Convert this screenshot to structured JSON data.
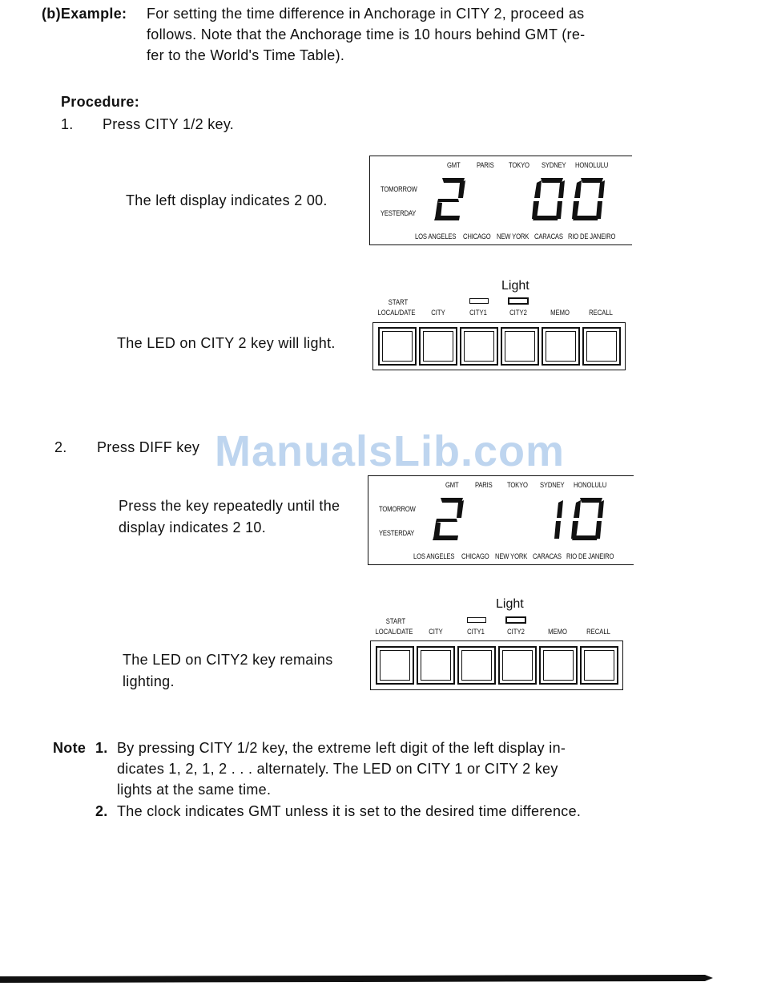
{
  "example": {
    "label": "(b)Example:",
    "lines": [
      "For setting the time difference in Anchorage in CITY 2, proceed as",
      "follows. Note that the Anchorage time is 10 hours behind GMT (re-",
      "fer to the World's Time Table)."
    ]
  },
  "procedure": {
    "heading": "Procedure:",
    "step1": {
      "num": "1.",
      "text": "Press CITY 1/2 key."
    },
    "step2": {
      "num": "2.",
      "text": "Press DIFF key"
    }
  },
  "display1": {
    "caption": "The left display indicates 2 00.",
    "top_cities": [
      "GMT",
      "PARIS",
      "TOKYO",
      "SYDNEY",
      "HONOLULU"
    ],
    "bottom_cities": [
      "LOS ANGELES",
      "CHICAGO",
      "NEW YORK",
      "CARACAS",
      "RIO DE JANEIRO"
    ],
    "tomorrow": "TOMORROW",
    "yesterday": "YESTERDAY",
    "digits": "2 00"
  },
  "keys1": {
    "caption": "The LED on CITY 2 key will light.",
    "light_label": "Light",
    "start_label": "START",
    "key_labels": [
      "LOCAL/DATE",
      "CITY",
      "CITY1",
      "CITY2",
      "MEMO",
      "RECALL"
    ]
  },
  "display2": {
    "caption_lines": [
      "Press the key repeatedly until the",
      "display indicates 2 10."
    ],
    "top_cities": [
      "GMT",
      "PARIS",
      "TOKYO",
      "SYDNEY",
      "HONOLULU"
    ],
    "bottom_cities": [
      "LOS ANGELES",
      "CHICAGO",
      "NEW YORK",
      "CARACAS",
      "RIO DE JANEIRO"
    ],
    "tomorrow": "TOMORROW",
    "yesterday": "YESTERDAY",
    "digits": "2 10"
  },
  "keys2": {
    "caption_lines": [
      "The LED on CITY2 key remains",
      "lighting."
    ],
    "light_label": "Light",
    "start_label": "START",
    "key_labels": [
      "LOCAL/DATE",
      "CITY",
      "CITY1",
      "CITY2",
      "MEMO",
      "RECALL"
    ]
  },
  "notes": {
    "label": "Note",
    "n1_num": "1.",
    "n1_lines": [
      "By pressing CITY 1/2 key, the extreme left digit of the left display in-",
      "dicates 1, 2, 1, 2 . . . alternately. The LED on CITY 1 or CITY 2 key",
      "lights at the same time."
    ],
    "n2_num": "2.",
    "n2_text": "The clock indicates GMT unless it is set to the desired time difference."
  },
  "watermark": "ManualsLib.com"
}
